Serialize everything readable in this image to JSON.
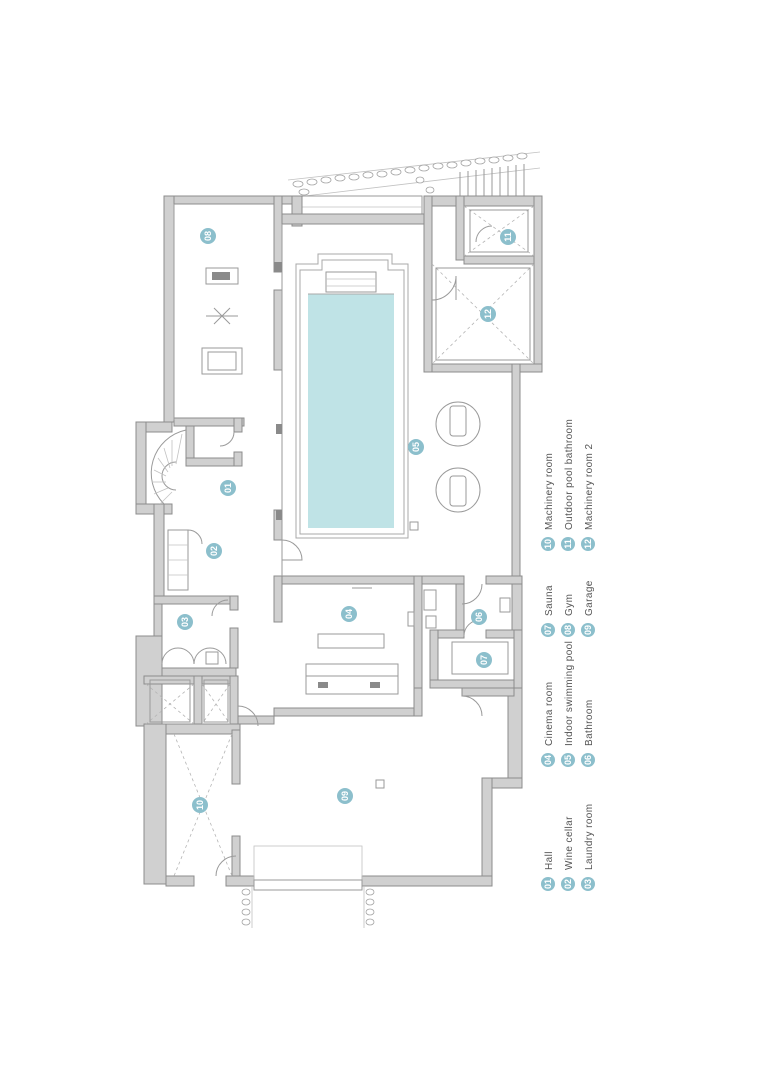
{
  "rooms": [
    {
      "num": "01",
      "label": "Hall"
    },
    {
      "num": "02",
      "label": "Wine cellar"
    },
    {
      "num": "03",
      "label": "Laundry room"
    },
    {
      "num": "04",
      "label": "Cinema room"
    },
    {
      "num": "05",
      "label": "Indoor swimming pool"
    },
    {
      "num": "06",
      "label": "Bathroom"
    },
    {
      "num": "07",
      "label": "Sauna"
    },
    {
      "num": "08",
      "label": "Gym"
    },
    {
      "num": "09",
      "label": "Garage"
    },
    {
      "num": "10",
      "label": "Machinery room"
    },
    {
      "num": "11",
      "label": "Outdoor pool bathroom"
    },
    {
      "num": "12",
      "label": "Machinery room 2"
    }
  ],
  "colors": {
    "badge": "#8cbfcc",
    "wall": "#d0d0d0",
    "water": "#bfe3e6"
  }
}
